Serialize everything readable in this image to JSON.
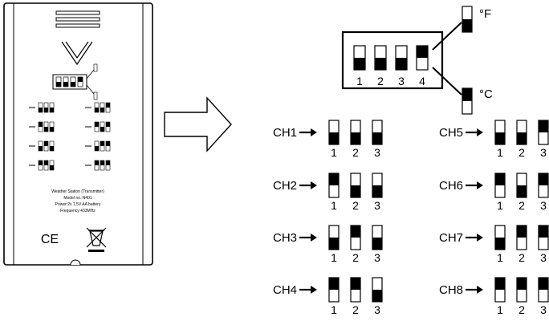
{
  "device": {
    "info_lines": [
      "Weather Station (Transmitter)",
      "Model no.:N401",
      "Power:2x 1.5V AA battery",
      "Frequency:433MHz"
    ],
    "ce_mark": "CE",
    "mini_channels": [
      {
        "label": "CH1",
        "states": [
          1,
          1,
          1
        ]
      },
      {
        "label": "CH2",
        "states": [
          0,
          1,
          1
        ]
      },
      {
        "label": "CH3",
        "states": [
          1,
          0,
          1
        ]
      },
      {
        "label": "CH4",
        "states": [
          0,
          0,
          1
        ]
      },
      {
        "label": "CH5",
        "states": [
          1,
          1,
          0
        ]
      },
      {
        "label": "CH6",
        "states": [
          0,
          1,
          0
        ]
      },
      {
        "label": "CH7",
        "states": [
          1,
          0,
          0
        ]
      },
      {
        "label": "CH8",
        "states": [
          0,
          0,
          0
        ]
      }
    ]
  },
  "main_switch": {
    "numbers": [
      "1",
      "2",
      "3",
      "4"
    ],
    "states": [
      1,
      1,
      1,
      0
    ],
    "unit_f": "°F",
    "unit_c": "°C"
  },
  "channels": [
    {
      "label": "CH1",
      "states": [
        1,
        1,
        1
      ]
    },
    {
      "label": "CH2",
      "states": [
        0,
        1,
        1
      ]
    },
    {
      "label": "CH3",
      "states": [
        1,
        0,
        1
      ]
    },
    {
      "label": "CH4",
      "states": [
        0,
        0,
        1
      ]
    },
    {
      "label": "CH5",
      "states": [
        1,
        1,
        0
      ]
    },
    {
      "label": "CH6",
      "states": [
        0,
        1,
        0
      ]
    },
    {
      "label": "CH7",
      "states": [
        1,
        0,
        0
      ]
    },
    {
      "label": "CH8",
      "states": [
        0,
        0,
        0
      ]
    }
  ],
  "switch_numbers": [
    "1",
    "2",
    "3"
  ]
}
